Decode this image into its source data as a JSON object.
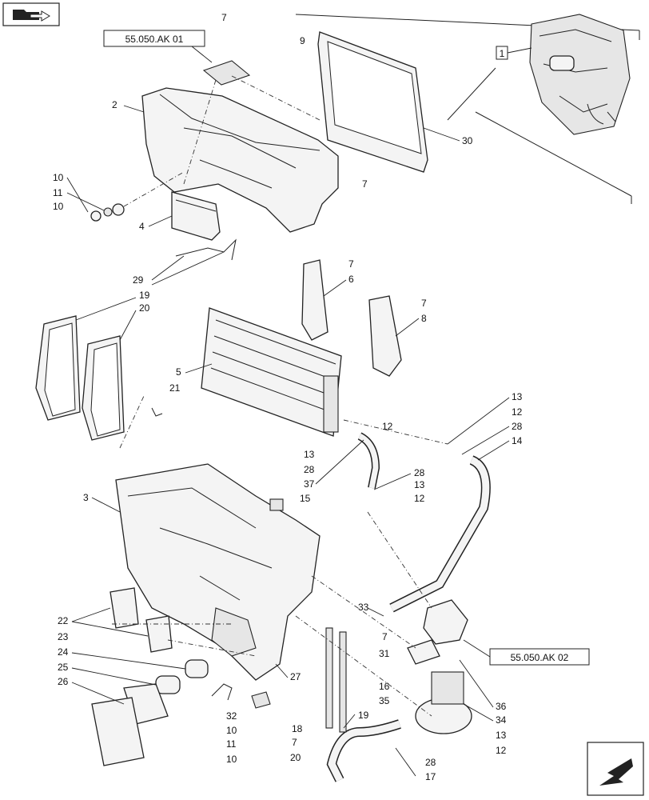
{
  "references": [
    {
      "id": "ref-top",
      "text": "55.050.AK 01"
    },
    {
      "id": "ref-bottom",
      "text": "55.050.AK 02"
    }
  ],
  "assembly_number": "1",
  "callouts": [
    {
      "id": "c1",
      "text": "7"
    },
    {
      "id": "c2",
      "text": "9"
    },
    {
      "id": "c3",
      "text": "2"
    },
    {
      "id": "c4",
      "text": "30"
    },
    {
      "id": "c5",
      "text": "10"
    },
    {
      "id": "c6",
      "text": "11"
    },
    {
      "id": "c7",
      "text": "10"
    },
    {
      "id": "c8",
      "text": "7"
    },
    {
      "id": "c9",
      "text": "4"
    },
    {
      "id": "c10",
      "text": "7"
    },
    {
      "id": "c11",
      "text": "6"
    },
    {
      "id": "c12",
      "text": "29"
    },
    {
      "id": "c13",
      "text": "19"
    },
    {
      "id": "c14",
      "text": "20"
    },
    {
      "id": "c15",
      "text": "7"
    },
    {
      "id": "c16",
      "text": "8"
    },
    {
      "id": "c17",
      "text": "5"
    },
    {
      "id": "c18",
      "text": "21"
    },
    {
      "id": "c19",
      "text": "13"
    },
    {
      "id": "c20",
      "text": "12"
    },
    {
      "id": "c21",
      "text": "12"
    },
    {
      "id": "c22",
      "text": "28"
    },
    {
      "id": "c23",
      "text": "14"
    },
    {
      "id": "c24",
      "text": "13"
    },
    {
      "id": "c25",
      "text": "28"
    },
    {
      "id": "c26",
      "text": "37"
    },
    {
      "id": "c27",
      "text": "28"
    },
    {
      "id": "c28",
      "text": "13"
    },
    {
      "id": "c29",
      "text": "12"
    },
    {
      "id": "c30",
      "text": "3"
    },
    {
      "id": "c31",
      "text": "15"
    },
    {
      "id": "c32",
      "text": "33"
    },
    {
      "id": "c33",
      "text": "22"
    },
    {
      "id": "c34",
      "text": "23"
    },
    {
      "id": "c35",
      "text": "24"
    },
    {
      "id": "c36",
      "text": "25"
    },
    {
      "id": "c37",
      "text": "26"
    },
    {
      "id": "c38",
      "text": "27"
    },
    {
      "id": "c39",
      "text": "7"
    },
    {
      "id": "c40",
      "text": "31"
    },
    {
      "id": "c41",
      "text": "16"
    },
    {
      "id": "c42",
      "text": "35"
    },
    {
      "id": "c43",
      "text": "36"
    },
    {
      "id": "c44",
      "text": "34"
    },
    {
      "id": "c45",
      "text": "13"
    },
    {
      "id": "c46",
      "text": "12"
    },
    {
      "id": "c47",
      "text": "28"
    },
    {
      "id": "c48",
      "text": "17"
    },
    {
      "id": "c49",
      "text": "32"
    },
    {
      "id": "c50",
      "text": "10"
    },
    {
      "id": "c51",
      "text": "11"
    },
    {
      "id": "c52",
      "text": "10"
    },
    {
      "id": "c53",
      "text": "18"
    },
    {
      "id": "c54",
      "text": "7"
    },
    {
      "id": "c55",
      "text": "20"
    },
    {
      "id": "c56",
      "text": "19"
    }
  ],
  "icons": {
    "top_left": "folder-arrow-icon",
    "bottom_right": "next-arrow-icon"
  }
}
